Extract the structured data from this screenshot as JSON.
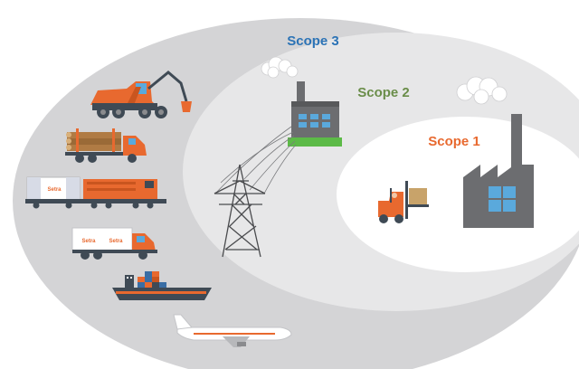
{
  "scopes": {
    "scope3": {
      "label": "Scope 3",
      "color": "#2b73b6"
    },
    "scope2": {
      "label": "Scope 2",
      "color": "#6a8d49"
    },
    "scope1": {
      "label": "Scope 1",
      "color": "#e8692f"
    }
  },
  "colors": {
    "outer_ellipse": "#d4d4d6",
    "middle_ellipse": "#e7e7e8",
    "inner_ellipse": "#ffffff",
    "factory_gray": "#6c6d70",
    "window_blue": "#5aa9dc",
    "accent_orange": "#e8692f",
    "power_station_green": "#5cba47",
    "vehicle_dark": "#3f4a55"
  },
  "brand": {
    "name": "Setra"
  },
  "icons": [
    "harvester-icon",
    "log-truck-icon",
    "freight-train-icon",
    "delivery-truck-icon",
    "cargo-ship-icon",
    "airplane-icon",
    "power-station-icon",
    "transmission-tower-icon",
    "forklift-icon",
    "factory-icon",
    "smoke-cloud-icon"
  ]
}
